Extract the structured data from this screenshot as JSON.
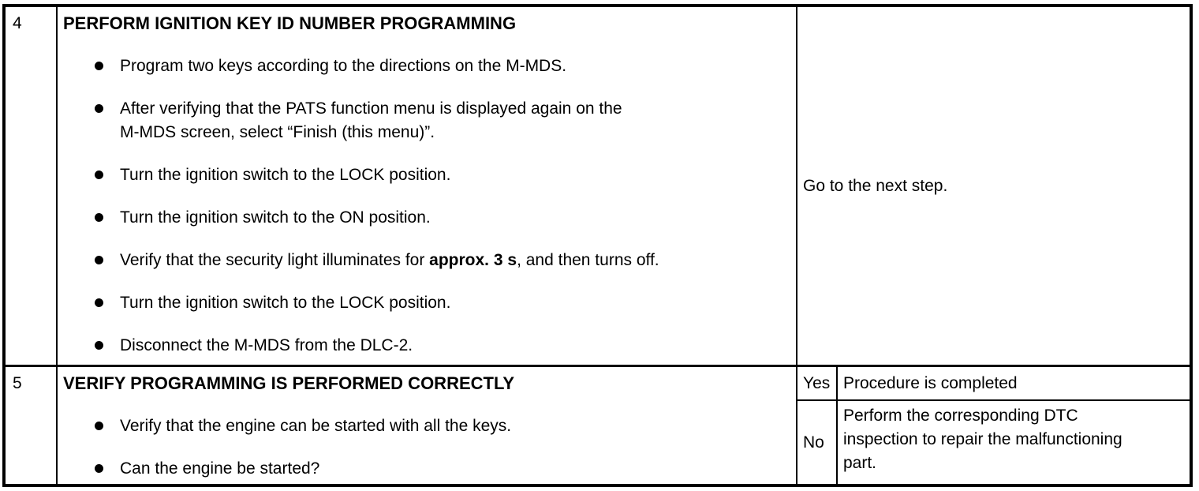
{
  "rows": [
    {
      "step": "4",
      "action": {
        "heading": "PERFORM IGNITION KEY ID NUMBER PROGRAMMING",
        "bullets": [
          "Program two keys according to the directions on the M-MDS.",
          "After verifying that the PATS function menu is displayed again on the\nM-MDS screen, select “Finish (this menu)”.",
          "Turn the ignition switch to the LOCK position.",
          "Turn the ignition switch to the ON position.",
          {
            "pre": "Verify that the security light illuminates for ",
            "bold": "approx. 3 s",
            "post": ", and then turns off."
          },
          "Turn the ignition switch to the LOCK position.",
          "Disconnect the M-MDS from the DLC-2."
        ]
      },
      "result": "Go to the next step."
    },
    {
      "step": "5",
      "action": {
        "heading": "VERIFY PROGRAMMING IS PERFORMED CORRECTLY",
        "bullets": [
          "Verify that the engine can be started with all the keys.",
          "Can the engine be started?"
        ]
      },
      "results": [
        {
          "answer": "Yes",
          "text": "Procedure is completed"
        },
        {
          "answer": "No",
          "text": "Perform the corresponding DTC\ninspection to repair the malfunctioning\npart."
        }
      ]
    }
  ]
}
